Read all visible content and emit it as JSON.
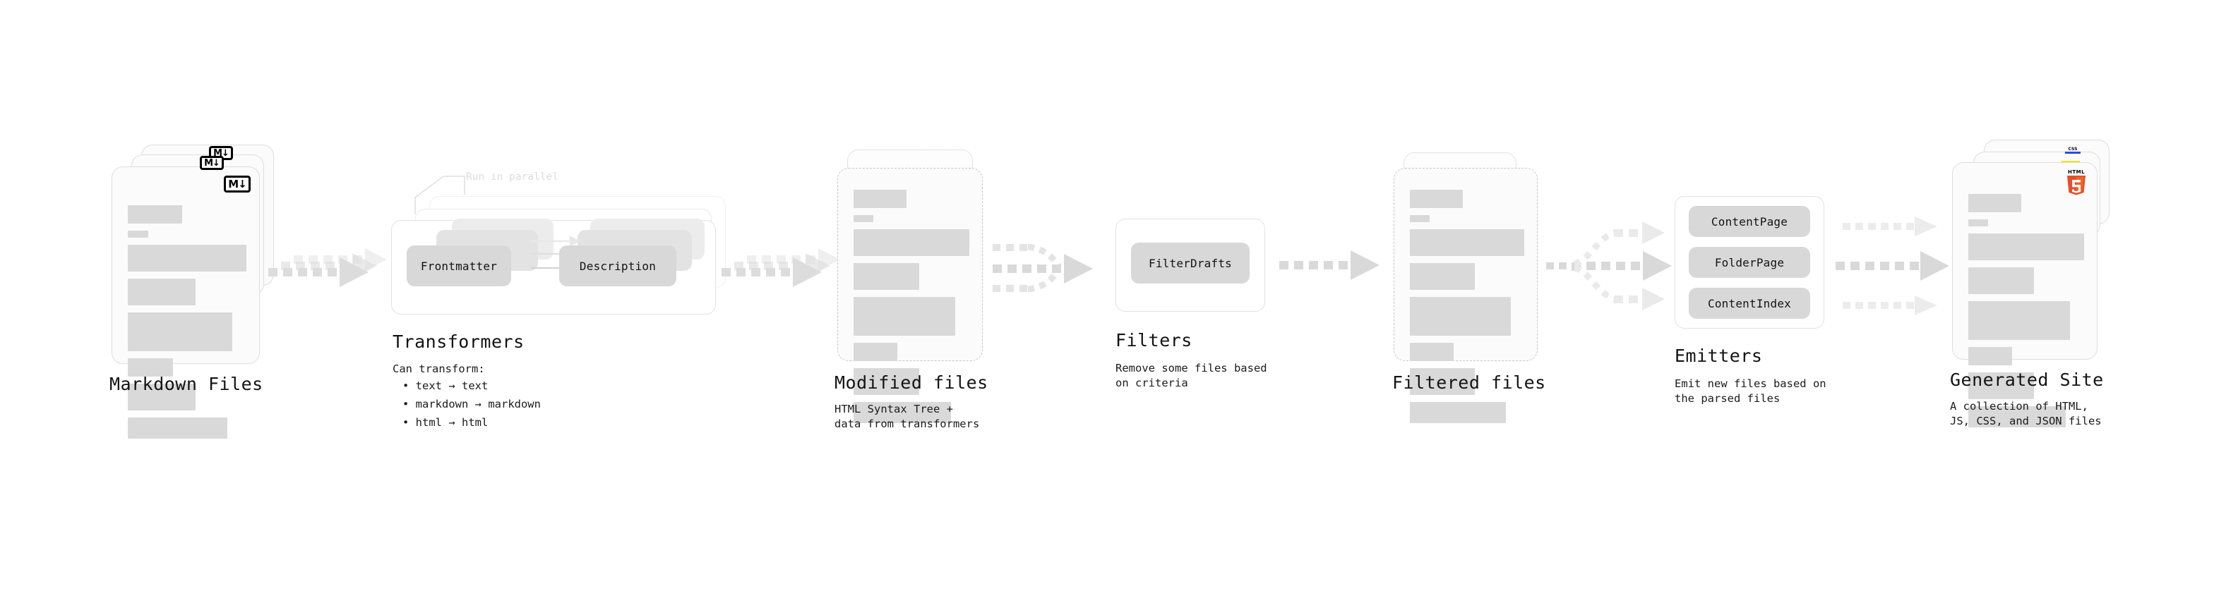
{
  "diagram": {
    "title_visible": false,
    "background": "#ffffff",
    "accent_gray": "#d9d9d9",
    "text_color": "#131313"
  },
  "stages": [
    {
      "id": "markdown-files",
      "title": "Markdown Files",
      "description": "",
      "badge": "M↓",
      "badge_kind": "markdown-logo",
      "card_style": "solid",
      "stacked": 3
    },
    {
      "id": "transformers",
      "title": "Transformers",
      "description": "Can transform:",
      "bullets": [
        "text → text",
        "markdown → markdown",
        "html → html"
      ],
      "annotation": "Run in parallel",
      "chips": [
        "Frontmatter",
        "Description"
      ],
      "stacked": 3
    },
    {
      "id": "modified-files",
      "title": "Modified files",
      "description": "HTML Syntax Tree +\ndata from transformers",
      "card_style": "dashed",
      "stacked": 2
    },
    {
      "id": "filters",
      "title": "Filters",
      "description": "Remove some files based\non criteria",
      "chips": [
        "FilterDrafts"
      ],
      "stacked": 1
    },
    {
      "id": "filtered-files",
      "title": "Filtered files",
      "description": "",
      "card_style": "dashed",
      "stacked": 2
    },
    {
      "id": "emitters",
      "title": "Emitters",
      "description": "Emit new files based on\nthe parsed files",
      "chips": [
        "ContentPage",
        "FolderPage",
        "ContentIndex"
      ],
      "stacked": 1
    },
    {
      "id": "generated-site",
      "title": "Generated Site",
      "description": "A collection of HTML,\nJS, CSS, and JSON files",
      "badges": [
        "CSS",
        "JS",
        "HTML5"
      ],
      "card_style": "solid",
      "stacked": 3
    }
  ],
  "connectors": [
    {
      "from": "markdown-files",
      "to": "transformers",
      "kind": "dotted-arrow-stack-3"
    },
    {
      "from": "transformers",
      "to": "modified-files",
      "kind": "dotted-arrow-stack-3"
    },
    {
      "from": "modified-files",
      "to": "filters",
      "kind": "dotted-arrow-converge-3"
    },
    {
      "from": "filters",
      "to": "filtered-files",
      "kind": "dotted-arrow-single"
    },
    {
      "from": "filtered-files",
      "to": "emitters",
      "kind": "dotted-arrow-diverge-3"
    },
    {
      "from": "emitters",
      "to": "generated-site",
      "kind": "dotted-arrow-parallel-3"
    }
  ],
  "transformer_internal_arrows": 3,
  "doc_line_widths_pct": [
    46,
    17,
    100,
    57,
    88,
    38,
    57,
    84
  ],
  "doc_line_heights": [
    26,
    10,
    38,
    38,
    55,
    26,
    38,
    30
  ]
}
